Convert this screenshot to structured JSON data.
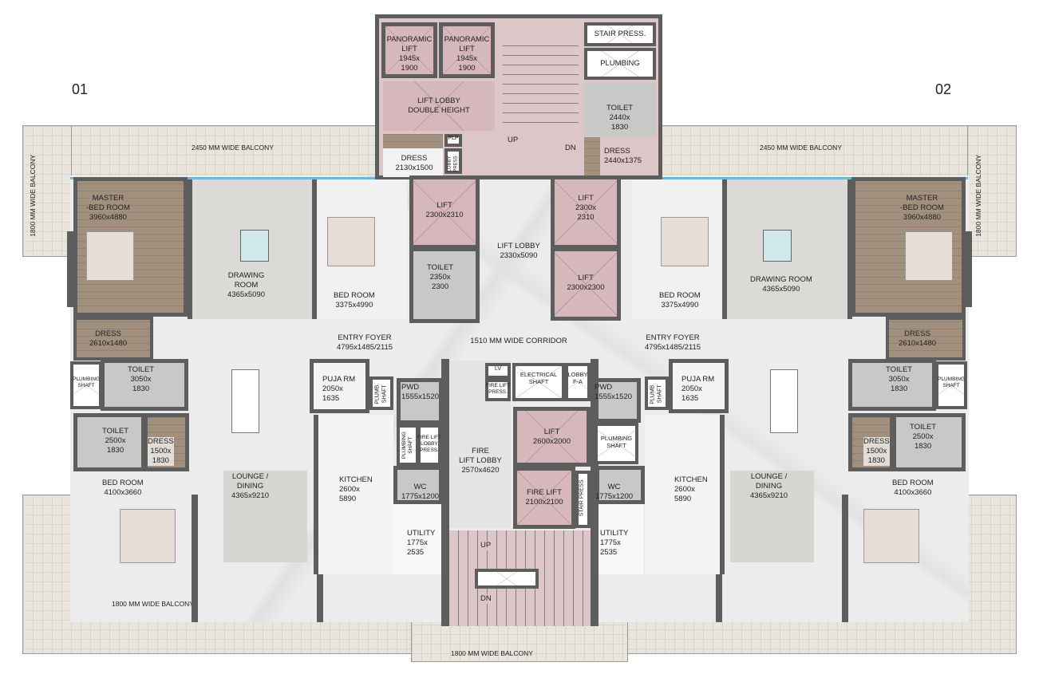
{
  "units": {
    "left": "01",
    "right": "02"
  },
  "balconies": {
    "top_left": "2450 MM WIDE BALCONY",
    "top_right": "2450 MM WIDE BALCONY",
    "side_left": "1800 MM WIDE BALCONY",
    "side_right": "1800 MM WIDE BALCONY",
    "bottom_left": "1800 MM WIDE BALCONY",
    "bottom_center": "1800 MM WIDE BALCONY"
  },
  "core": {
    "panoramic_lift_1": "PANORAMIC\nLIFT\n1945x\n1900",
    "panoramic_lift_2": "PANORAMIC\nLIFT\n1945x\n1900",
    "lift_lobby_double": "LIFT LOBBY\nDOUBLE HEIGHT",
    "stair_press_top": "STAIR PRESS.",
    "plumbing_top": "PLUMBING",
    "toilet_top": "TOILET\n2440x\n1830",
    "dress_top_left": "DRESS\n2130x1500",
    "dress_top_right": "DRESS\n2440x1375",
    "plp": "PLP",
    "lobby_press": "LOBBY PRESS",
    "up_top": "UP",
    "dn_top": "DN",
    "lift_a": "LIFT\n2300x2310",
    "lift_b": "LIFT\n2300x\n2310",
    "lift_c": "LIFT\n2300x2300",
    "toilet_core": "TOILET\n2350x\n2300",
    "lift_lobby": "LIFT LOBBY\n2330x5090",
    "corridor": "1510 MM WIDE CORRIDOR",
    "lv": "LV",
    "fire_lift_press": "FIRE LIFT\nPRESS.",
    "electrical_shaft": "ELECTRICAL\nSHAFT",
    "lobby_fa": "LOBBY\nF-A",
    "fire_lift_lobby": "FIRE\nLIFT LOBBY\n2570x4620",
    "lift_d": "LIFT\n2600x2000",
    "fire_lift": "FIRE LIFT\n2100x2100",
    "stair_press": "STAIR PRESS",
    "fire_lift_lobby_press": "FIRE LIFT\nLOBBY\nPRESS.",
    "plumbing_shaft_core_left": "PLUMBING\nSHAFT",
    "plumbing_shaft_core_right": "PLUMBING\nSHAFT",
    "up_bottom": "UP",
    "dn_bottom": "DN"
  },
  "left_unit": {
    "master_bed": "MASTER\n-BED ROOM\n3960x4880",
    "dress": "DRESS\n2610x1480",
    "drawing": "DRAWING\nROOM\n4365x5090",
    "bed_room": "BED ROOM\n3375x4990",
    "entry_foyer": "ENTRY FOYER\n4795x1485/2115",
    "plumbing_shaft": "PLUMBING\nSHAFT",
    "toilet_1": "TOILET\n3050x\n1830",
    "toilet_2": "TOILET\n2500x\n1830",
    "dress_2": "DRESS\n1500x\n1830",
    "bed_room_2": "BED ROOM\n4100x3660",
    "lounge": "LOUNGE /\nDINING\n4365x9210",
    "puja": "PUJA RM\n2050x\n1635",
    "plumb_shaft": "PLUMB.\nSHAFT",
    "pwd": "PWD\n1555x1520",
    "kitchen": "KITCHEN\n2600x\n5890",
    "wc": "WC\n1775x1200",
    "utility": "UTILITY\n1775x\n2535"
  },
  "right_unit": {
    "master_bed": "MASTER\n-BED ROOM\n3960x4880",
    "dress": "DRESS\n2610x1480",
    "drawing": "DRAWING ROOM\n4365x5090",
    "bed_room": "BED ROOM\n3375x4990",
    "entry_foyer": "ENTRY FOYER\n4795x1485/2115",
    "plumbing_shaft": "PLUMBING\nSHAFT",
    "toilet_1": "TOILET\n3050x\n1830",
    "toilet_2": "TOILET\n2500x\n1830",
    "dress_2": "DRESS\n1500x\n1830",
    "bed_room_2": "BED ROOM\n4100x3660",
    "lounge": "LOUNGE /\nDINING\n4365x9210",
    "puja": "PUJA RM\n2050x\n1635",
    "plumb_shaft": "PLUMB.\nSHAFT",
    "pwd": "PWD\n1555x1520",
    "kitchen": "KITCHEN\n2600x\n5890",
    "wc": "WC\n1775x1200",
    "utility": "UTILITY\n1775x\n2535"
  },
  "colors": {
    "wall": "#5d5d5d",
    "lift": "#d6b7bc",
    "core": "#dcc6c8",
    "wood": "#a2907f",
    "marble": "#ececec",
    "balcony": "#e9e5dd",
    "glazing": "#6fb7d6"
  }
}
